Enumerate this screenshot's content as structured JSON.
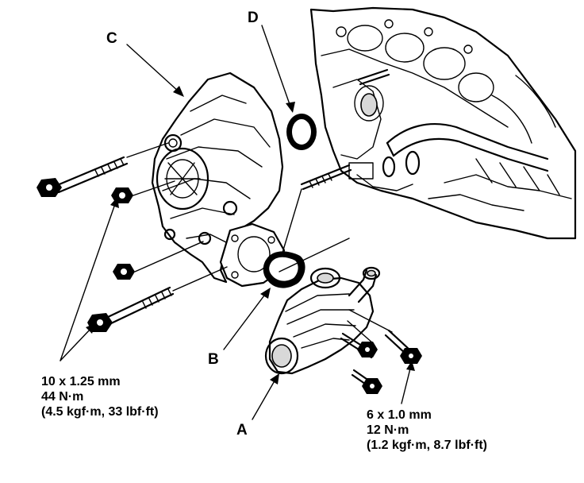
{
  "labels": {
    "a": "A",
    "b": "B",
    "c": "C",
    "d": "D"
  },
  "spec_left": {
    "line1": "10 x 1.25 mm",
    "line2": "44 N·m",
    "line3": "(4.5 kgf·m, 33 lbf·ft)"
  },
  "spec_right": {
    "line1": "6 x 1.0 mm",
    "line2": "12 N·m",
    "line3": "(1.2 kgf·m, 8.7 lbf·ft)"
  }
}
